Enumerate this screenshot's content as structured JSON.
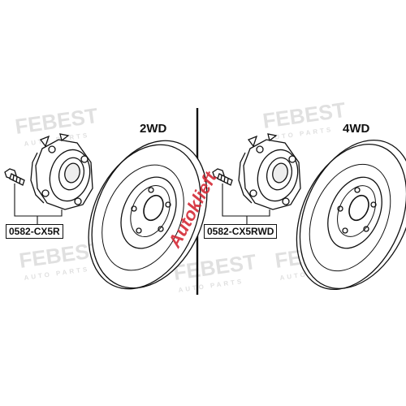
{
  "panels": {
    "left": {
      "drive": "2WD",
      "part_number": "0582-CX5R"
    },
    "right": {
      "drive": "4WD",
      "part_number": "0582-CX5RWD"
    }
  },
  "watermark": {
    "brand": "FEBEST",
    "brand_sub": "AUTO PARTS",
    "stamp": "Autoklieft"
  },
  "colors": {
    "line": "#111111",
    "watermark": "#d6d6d6",
    "stamp": "#d42a36",
    "background": "#ffffff"
  }
}
